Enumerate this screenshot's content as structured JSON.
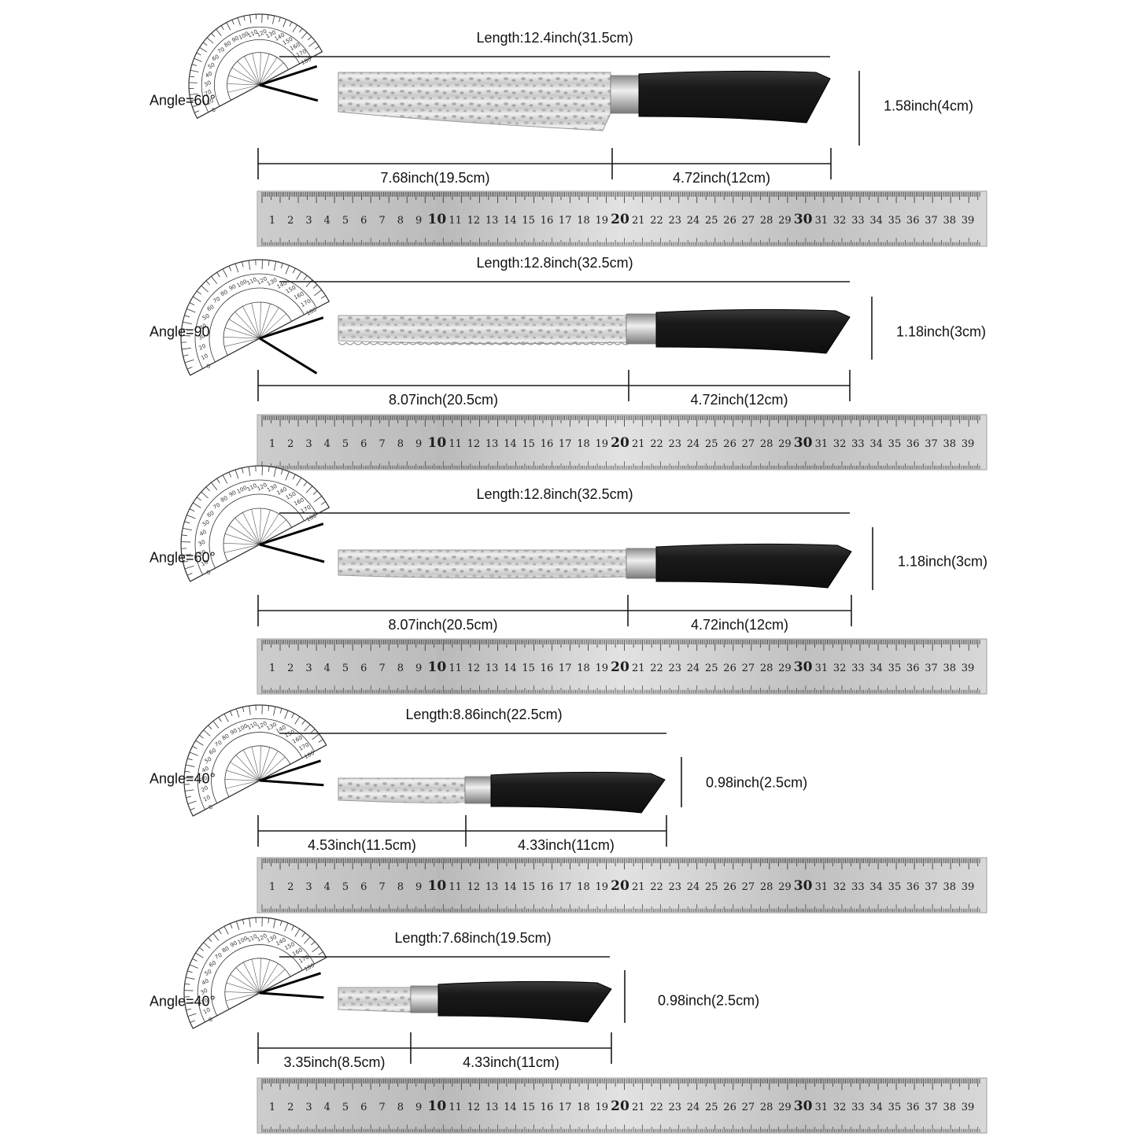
{
  "colors": {
    "background": "#ffffff",
    "dimension_line": "#1a1a1a",
    "blade_steel": "#d9d9d9",
    "handle": "#1b1b1b",
    "bolster": "#bdbdbd",
    "ruler_steel": "#c8c8c8",
    "protractor": "#333333"
  },
  "ruler_numbers": [
    "1",
    "2",
    "3",
    "4",
    "5",
    "6",
    "7",
    "8",
    "9",
    "10",
    "11",
    "12",
    "13",
    "14",
    "15",
    "16",
    "17",
    "18",
    "19",
    "20",
    "21",
    "22",
    "23",
    "24",
    "25",
    "26",
    "27",
    "28",
    "29",
    "30",
    "31",
    "32",
    "33",
    "34",
    "35",
    "36",
    "37",
    "38",
    "39"
  ],
  "knives": [
    {
      "angle_label": "Angle=60°",
      "length_label": "Length:12.4inch(31.5cm)",
      "blade_label": "7.68inch(19.5cm)",
      "handle_label": "4.72inch(12cm)",
      "height_label": "1.58inch(4cm)",
      "blade_style": "chef"
    },
    {
      "angle_label": "Angle=90",
      "length_label": "Length:12.8inch(32.5cm)",
      "blade_label": "8.07inch(20.5cm)",
      "handle_label": "4.72inch(12cm)",
      "height_label": "1.18inch(3cm)",
      "blade_style": "bread"
    },
    {
      "angle_label": "Angle=60°",
      "length_label": "Length:12.8inch(32.5cm)",
      "blade_label": "8.07inch(20.5cm)",
      "handle_label": "4.72inch(12cm)",
      "height_label": "1.18inch(3cm)",
      "blade_style": "slicer"
    },
    {
      "angle_label": "Angle=40°",
      "length_label": "Length:8.86inch(22.5cm)",
      "blade_label": "4.53inch(11.5cm)",
      "handle_label": "4.33inch(11cm)",
      "height_label": "0.98inch(2.5cm)",
      "blade_style": "utility"
    },
    {
      "angle_label": "Angle=40°",
      "length_label": "Length:7.68inch(19.5cm)",
      "blade_label": "3.35inch(8.5cm)",
      "handle_label": "4.33inch(11cm)",
      "height_label": "0.98inch(2.5cm)",
      "blade_style": "paring"
    }
  ]
}
